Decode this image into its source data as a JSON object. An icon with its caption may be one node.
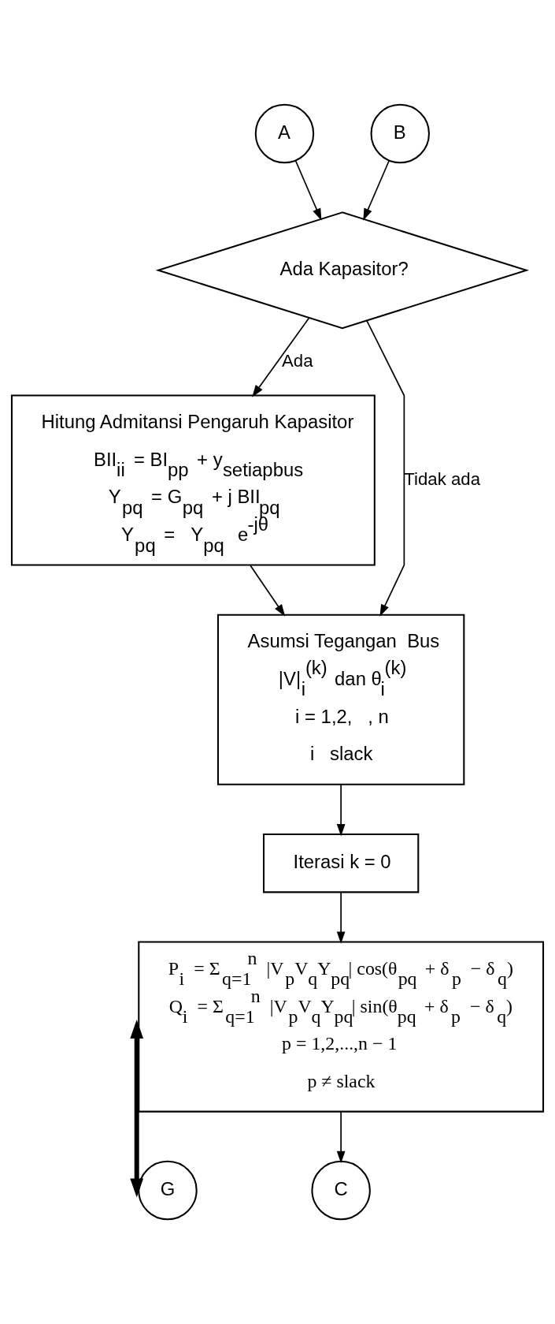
{
  "diagram": {
    "nodes": [
      {
        "text": [
          "A"
        ]
      },
      {
        "text": [
          "B"
        ]
      },
      {
        "text": [
          "Ada Kapasitor?"
        ]
      },
      {
        "text": [
          "Hitung Admitansi Pengaruh Kapasitor",
          "BII$_{ii}$ = BI$_{pp}$ + y$_{setiapbus}$",
          "Y$_{pq}$ = G$_{pq}$ + j BII$_{pq}$",
          "Y$_{pq}$ =   Y$_{pq}$  e$^{-jθ}$"
        ]
      },
      {
        "text": [
          "Asumsi Tegangan  Bus",
          "|V|$_{i}$$^{(k)}$ dan θ$_{i}$$^{(k)}$",
          "i = 1,2,   , n",
          "i   slack"
        ]
      },
      {
        "text": [
          "Iterasi k = 0"
        ]
      },
      {
        "text": [
          "P$_{i}$ = Σ$_{q=1}$$^{n}$ |V$_{p}$V$_{q}$Y$_{pq}$| cos(θ$_{pq}$ + δ$_{p}$ − δ$_{q}$)",
          "Q$_{i}$ = Σ$_{q=1}$$^{n}$ |V$_{p}$V$_{q}$Y$_{pq}$| sin(θ$_{pq}$ + δ$_{p}$ − δ$_{q}$)",
          "p = 1,2,...,n − 1",
          "p ≠ slack"
        ]
      },
      {
        "text": [
          "G"
        ]
      },
      {
        "text": [
          "C"
        ]
      }
    ],
    "edges": [
      {
        "from": 0,
        "to": 2,
        "arrow": "to"
      },
      {
        "from": 1,
        "to": 2,
        "arrow": "to"
      },
      {
        "from": 2,
        "to": 3,
        "arrow": "to",
        "label": "Ada"
      },
      {
        "from": 2,
        "to": 4,
        "arrow": "to",
        "label": "Tidak ada"
      },
      {
        "from": 3,
        "to": 4,
        "arrow": "to"
      },
      {
        "from": 4,
        "to": 5,
        "arrow": "to"
      },
      {
        "from": 5,
        "to": 6,
        "arrow": "to"
      },
      {
        "from": 7,
        "to": 6,
        "arrow": "both",
        "style": "thick"
      },
      {
        "from": 6,
        "to": 8,
        "arrow": "to"
      }
    ]
  }
}
